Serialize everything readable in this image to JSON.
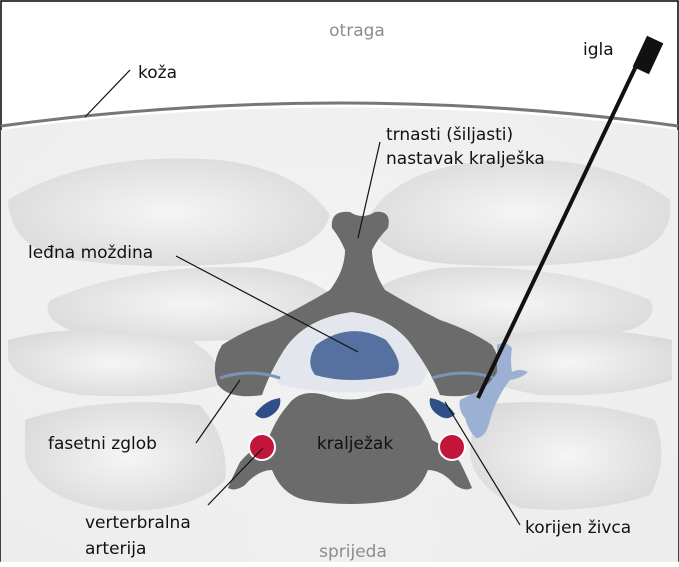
{
  "labels": {
    "top": "otraga",
    "bottom": "sprijeda",
    "skin": "koža",
    "needle": "igla",
    "spinous_line1": "trnasti (šiljasti)",
    "spinous_line2": "nastavak kralješka",
    "spinal_cord": "leđna moždina",
    "facet_joint": "fasetni zglob",
    "vertebra": "kralježak",
    "artery_line1": "verterbralna",
    "artery_line2": "arterija",
    "nerve_root": "korijen živca"
  },
  "colors": {
    "bone": "#6b6b6b",
    "soft_tissue": "#dcdcdc",
    "soft_tissue_highlight": "#f3f3f3",
    "background_tissue": "#ececec",
    "canal_light": "#e3e6ec",
    "spinal_cord": "#5670a0",
    "joint_line": "#7a93b8",
    "nerve_dark": "#2f4f86",
    "contrast": "#9bb0d2",
    "artery": "#c4153b",
    "needle": "#111111",
    "skin_line": "#777777"
  },
  "icons": [
    "needle-icon",
    "artery-icon",
    "spinal-cord-icon"
  ]
}
